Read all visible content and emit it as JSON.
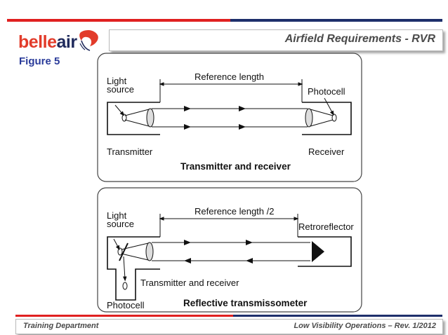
{
  "header": {
    "logo_part1": "belle",
    "logo_part2": "air",
    "title": "Airfield Requirements - RVR"
  },
  "figure_label": "Figure 5",
  "diagram_top": {
    "label_light": "Light",
    "label_source": "source",
    "reference": "Reference length",
    "photocell": "Photocell",
    "transmitter": "Transmitter",
    "receiver": "Receiver",
    "caption": "Transmitter and receiver"
  },
  "diagram_bottom": {
    "label_light": "Light",
    "label_source": "source",
    "reference": "Reference length /2",
    "retroreflector": "Retroreflector",
    "transmitter_receiver": "Transmitter and receiver",
    "photocell": "Photocell",
    "caption": "Reflective transmissometer"
  },
  "footer": {
    "left": "Training Department",
    "right": "Low Visibility Operations – Rev. 1/2012"
  },
  "colors": {
    "brand_red": "#e02020",
    "brand_navy": "#1e2f6b",
    "figure_label": "#2a3b9a"
  }
}
